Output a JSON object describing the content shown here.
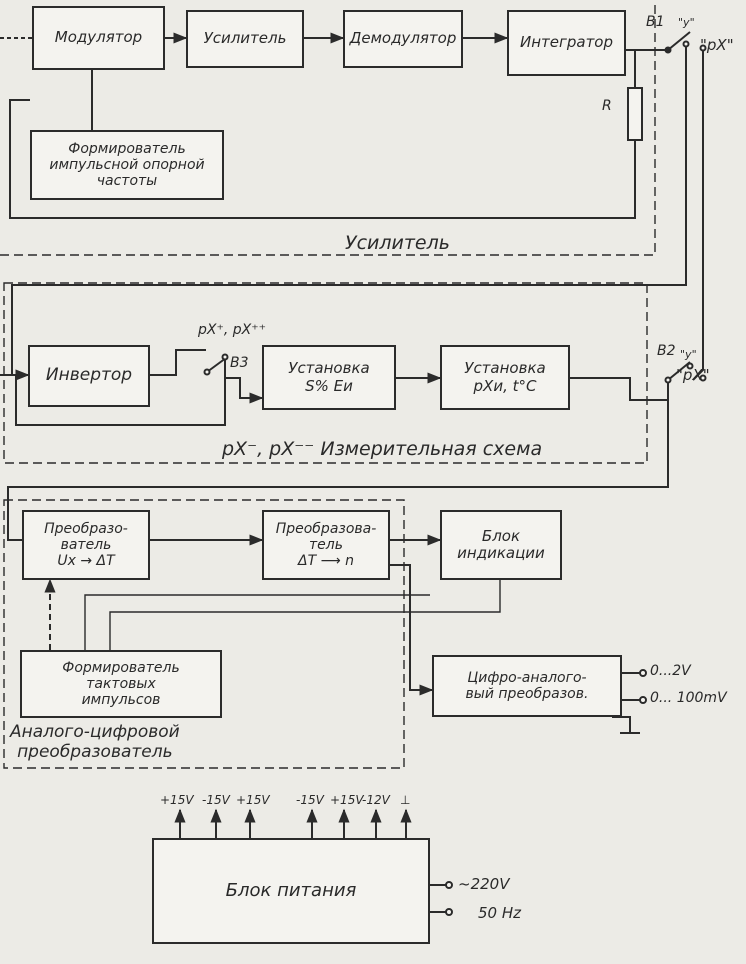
{
  "amplifier_section": {
    "modulator": "Модулятор",
    "amplifier": "Усилитель",
    "demodulator": "Демодулятор",
    "integrator": "Интегратор",
    "reference_former": "Формирователь\nимпульсной опорной\nчастоты",
    "resistor": "R",
    "switch": "B1",
    "switch_pos1": "\"y\"",
    "switch_pos2": "\"pX\"",
    "section_label": "Усилитель"
  },
  "measuring_section": {
    "inverter": "Инвертор",
    "setting1": "Установка\nS% Eи",
    "setting2": "Установка\npXи, t°C",
    "switch3": "B3",
    "switch3_labels": "pX⁺, pX⁺⁺",
    "switch2": "B2",
    "switch2_pos1": "\"y\"",
    "switch2_pos2": "\"pX\"",
    "section_label": "pX⁻, pX⁻⁻  Измерительная схема"
  },
  "adc_section": {
    "converter1": "Преобразо-\nватель\nUx → ΔT",
    "converter2": "Преобразова-\nтель\nΔT ⟶ n",
    "indicator": "Блок\nиндикации",
    "clock_former": "Формирователь\nтактовых\nимпульсов",
    "dac": "Цифро-аналого-\nвый преобразов.",
    "out1": "0...2V",
    "out2": "0... 100mV",
    "section_label": "Аналого-цифровой\nпреобразователь"
  },
  "power_section": {
    "power_block": "Блок питания",
    "voltages": [
      "+15V",
      "-15V",
      "+15V",
      "-15V",
      "+15V",
      "-12V",
      "⊥"
    ],
    "mains1": "~220V",
    "mains2": "50 Hz"
  }
}
